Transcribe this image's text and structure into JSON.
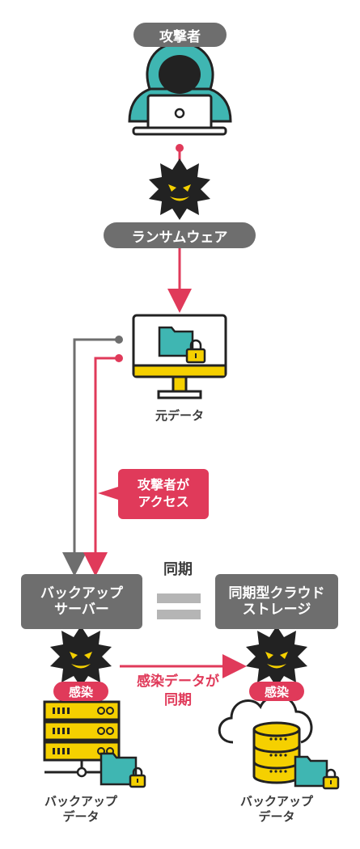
{
  "attacker_label": "攻撃者",
  "ransomware_label": "ランサムウェア",
  "original_data_label": "元データ",
  "attacker_access_label": "攻撃者が\nアクセス",
  "sync_label": "同期",
  "backup_server_label": "バックアップ\nサーバー",
  "cloud_storage_label": "同期型クラウド\nストレージ",
  "infected_label": "感染",
  "infected_sync_label": "感染データが\n同期",
  "backup_data_label": "バックアップ\nデータ",
  "colors": {
    "teal": "#3fb6b2",
    "red": "#e03a5a",
    "gray": "#6e6e6e",
    "yellow": "#f5d000",
    "dark": "#222222"
  }
}
